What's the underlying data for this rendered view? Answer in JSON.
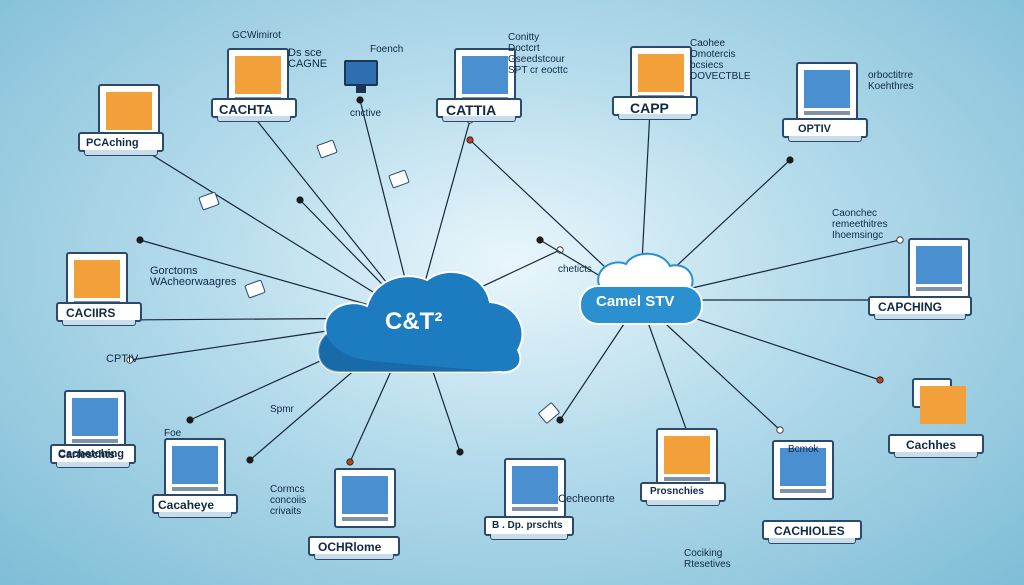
{
  "clouds": [
    {
      "label": "C&T²",
      "color": "#1d7bc0"
    },
    {
      "label": "Camel STV",
      "color": "#2a90cf"
    }
  ],
  "nodes": [
    {
      "label": "PCAching",
      "accent": "#f2a03a"
    },
    {
      "label": "CACHTA",
      "accent": "#f2a03a"
    },
    {
      "label": "CATTIA",
      "accent": "#4a8fcf"
    },
    {
      "label": "CAPP",
      "accent": "#f2a03a"
    },
    {
      "label": "OPTIV",
      "accent": "#4a8fcf"
    },
    {
      "label": "CACIIRS",
      "accent": "#f2a03a"
    },
    {
      "label": "CAPCHING",
      "accent": "#4a8fcf"
    },
    {
      "label": "Cachhes",
      "accent": "#f2a03a"
    },
    {
      "label": "CACHIOLES",
      "accent": "#4a8fcf"
    },
    {
      "label": "Cachetching",
      "accent": "#4a8fcf"
    },
    {
      "label": "OCHRlome",
      "accent": "#4a8fcf"
    },
    {
      "label": "Cacaheye",
      "accent": "#4a8fcf"
    },
    {
      "label": "Carteschts",
      "accent": "#4a8fcf"
    },
    {
      "label": "B . Dp. prschts",
      "accent": "#f2a03a"
    },
    {
      "label": "Prosnchies",
      "accent": "#f2a03a"
    }
  ],
  "captions": {
    "c1": "GCWimirot",
    "c2": "Ds sce\nCAGNE",
    "c3": "Foench",
    "c4": "Conitty\nDoctcrt\nGseedstcour\nSPT cr eocttc",
    "c5": "Caohee\nOmotercis\nbcsiecs\nDOVECTBLE",
    "c6": "orboctitrre\nKoehthres",
    "c7": "Caonchec\nremeethitres\nIhoemsingc",
    "c8": "Gorctoms\nWAcheorwaagres",
    "c9": "CPTIV",
    "c10": "Foe",
    "c11": "Cormcs\nconcoiis\ncrivaits",
    "c12": "Cecheonrte",
    "c13": "Cociking\nRtesetives",
    "c14": "Bcmok",
    "c15": "cnctive",
    "c16": "cheticts",
    "c17": "Spmr"
  },
  "colors": {
    "wire": "#16283d",
    "dot_dark": "#1c1c1c",
    "dot_red": "#b4421f",
    "dot_white": "#ffffff"
  }
}
